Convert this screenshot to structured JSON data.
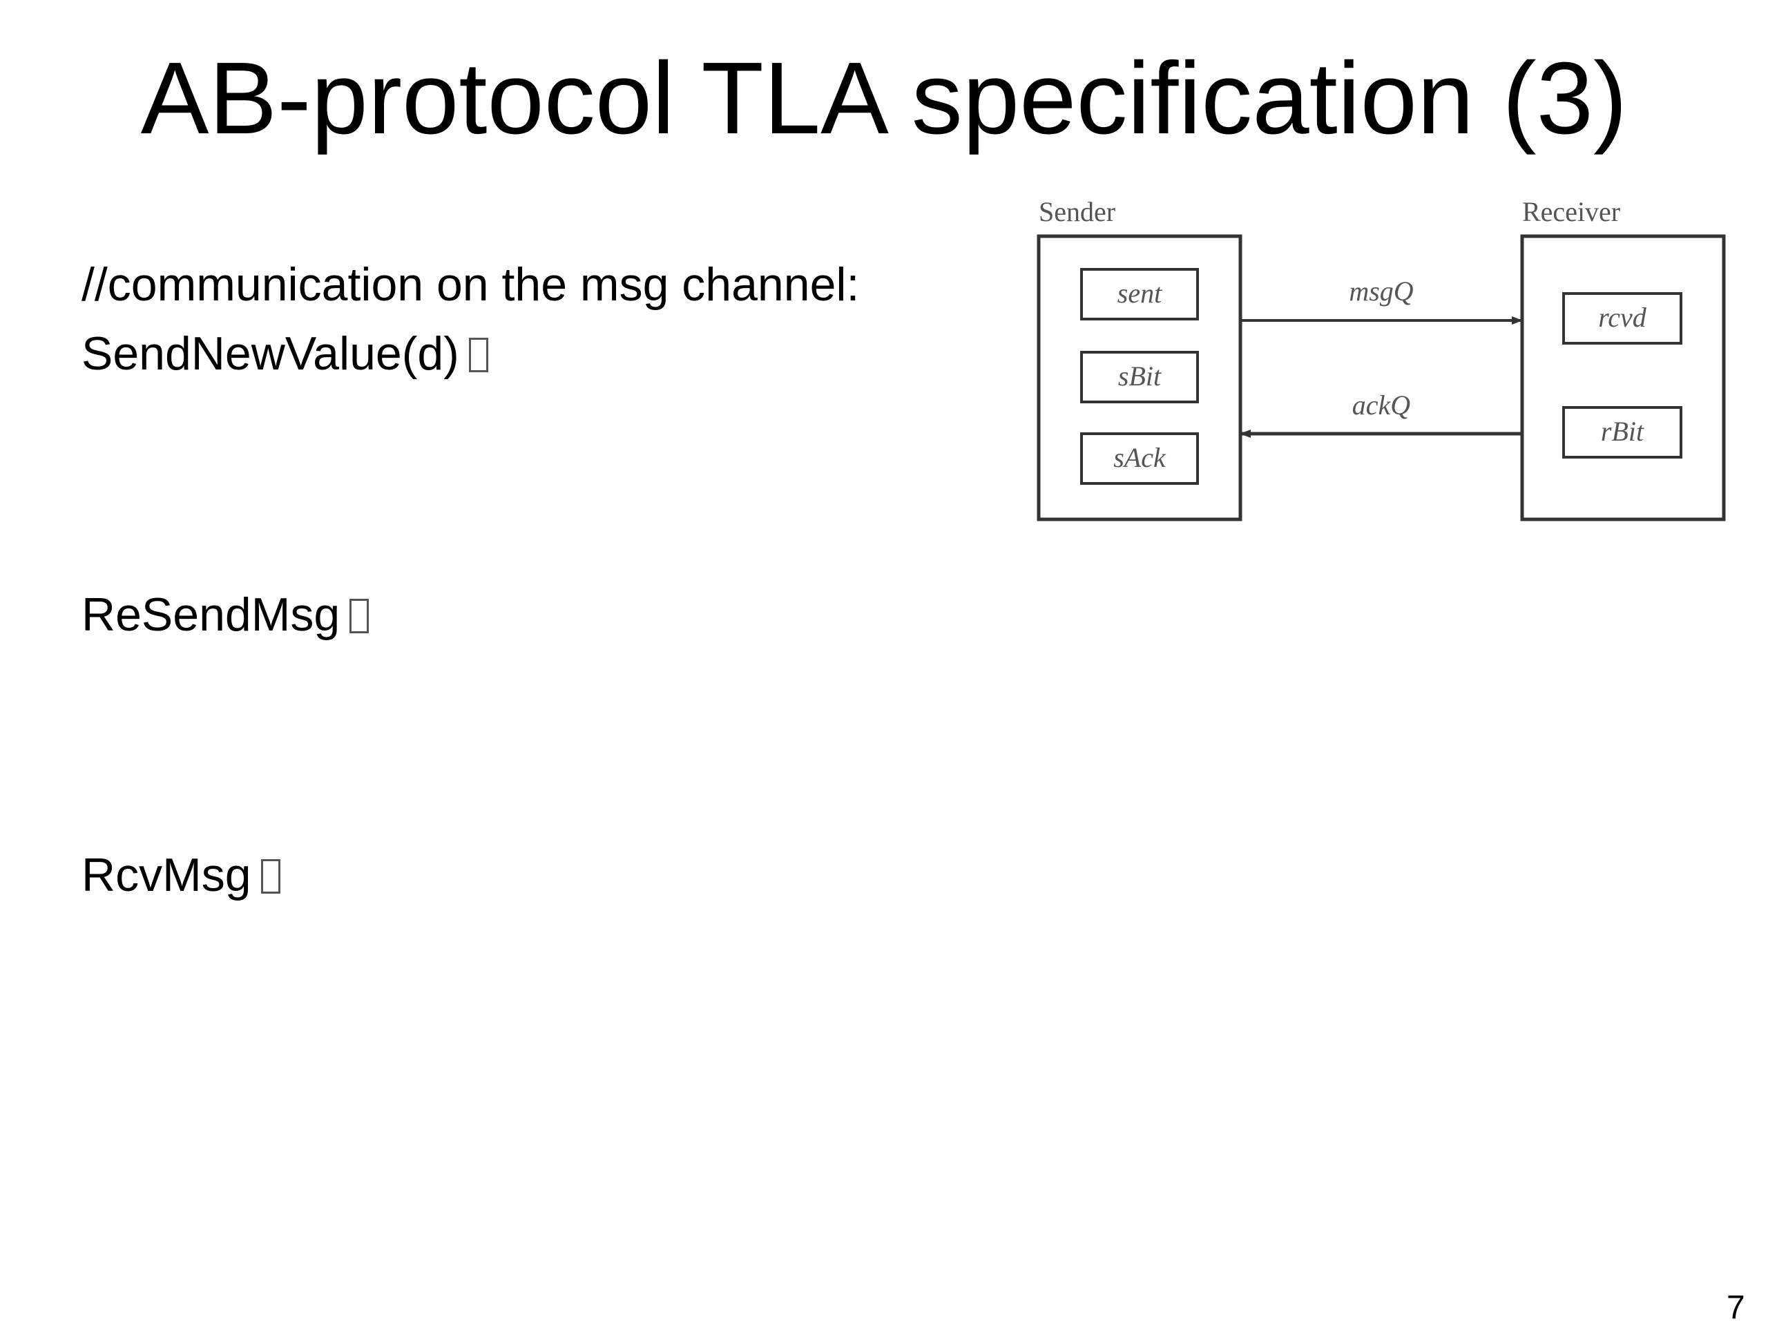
{
  "slide": {
    "title": "AB-protocol TLA specification (3)",
    "page_number": "7"
  },
  "body": {
    "comment": "//communication on the msg channel:",
    "defs": [
      {
        "name": "SendNewValue(d)",
        "symbol": "box-glyph"
      },
      {
        "name": "ReSendMsg",
        "symbol": "box-glyph"
      },
      {
        "name": "RcvMsg",
        "symbol": "box-glyph"
      }
    ]
  },
  "diagram": {
    "sender": {
      "label": "Sender",
      "vars": [
        "sent",
        "sBit",
        "sAck"
      ]
    },
    "receiver": {
      "label": "Receiver",
      "vars": [
        "rcvd",
        "rBit"
      ]
    },
    "channels": [
      {
        "label": "msgQ",
        "direction": "sender-to-receiver"
      },
      {
        "label": "ackQ",
        "direction": "receiver-to-sender"
      }
    ],
    "colors": {
      "stroke": "#333333",
      "text": "#555555"
    }
  }
}
